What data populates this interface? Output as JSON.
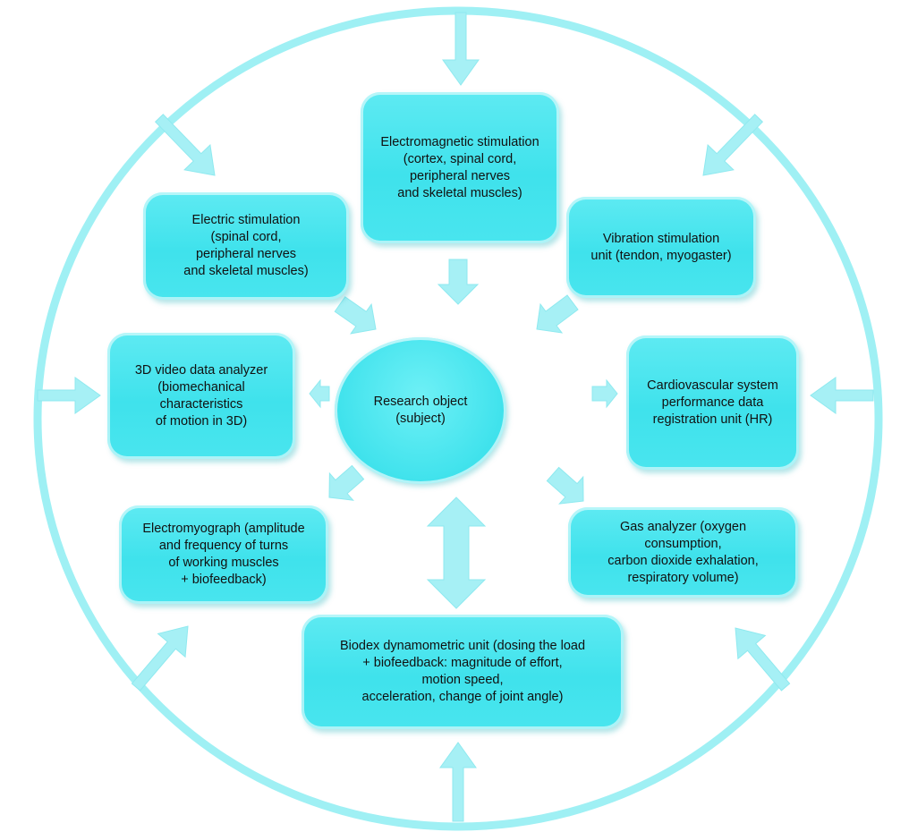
{
  "colors": {
    "box": "#3fe2ec",
    "ring": "#9ff0f4",
    "arrow": "#a6f0f5"
  },
  "center": {
    "label": "Research object\n(subject)"
  },
  "boxes": {
    "electromagnetic": "Electromagnetic stimulation\n(cortex, spinal cord,\nperipheral nerves\nand skeletal muscles)",
    "electric": "Electric stimulation\n(spinal cord,\nperipheral nerves\nand skeletal muscles)",
    "vibration": "Vibration stimulation\nunit (tendon, myogaster)",
    "video3d": "3D video data analyzer\n(biomechanical\ncharacteristics\nof motion in 3D)",
    "cardio": "Cardiovascular system\nperformance data\nregistration unit (HR)",
    "emg": "Electromyograph (amplitude\nand frequency of turns\nof working muscles\n+ biofeedback)",
    "gas": "Gas analyzer (oxygen\nconsumption,\ncarbon dioxide exhalation,\nrespiratory volume)",
    "biodex": "Biodex dynamometric unit (dosing the load\n+ biofeedback: magnitude of effort,\nmotion speed,\nacceleration, change of joint angle)"
  }
}
